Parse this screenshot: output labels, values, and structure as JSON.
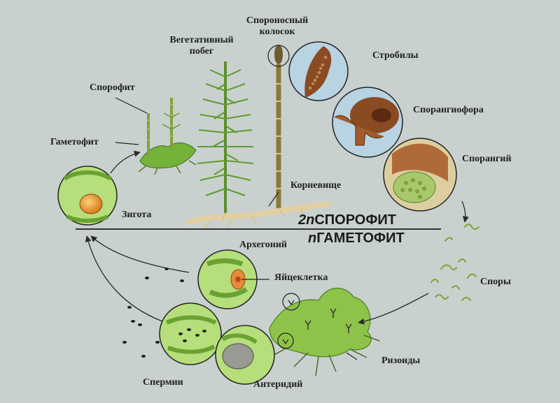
{
  "labels": {
    "sporophyte": "Спорофит",
    "gametophyte": "Гаметофит",
    "zygote": "Зигота",
    "vegetative_shoot": "Вегетативный побег",
    "spore_spike": "Спороносный колосок",
    "strobili": "Стробилы",
    "sporangiophore": "Спорангиофора",
    "sporangium": "Спорангий",
    "rhizome": "Корневище",
    "archegonium": "Архегоний",
    "egg_cell": "Яйцеклетка",
    "spores": "Споры",
    "rhizoids": "Ризоиды",
    "sperm": "Спермии",
    "antheridium": "Антеридий"
  },
  "generations": {
    "sporophyte_ploidy": "2n",
    "sporophyte_name": "СПОРОФИТ",
    "gametophyte_ploidy": "n",
    "gametophyte_name": "ГАМЕТОФИТ"
  },
  "colors": {
    "background": "#c9d1cf",
    "plant_green": "#6fae3c",
    "cell_green": "#9ccf5a",
    "strobilus_brown": "#8a4a22",
    "root_tan": "#e2cfa2",
    "zygote_orange": "#e8992f"
  }
}
